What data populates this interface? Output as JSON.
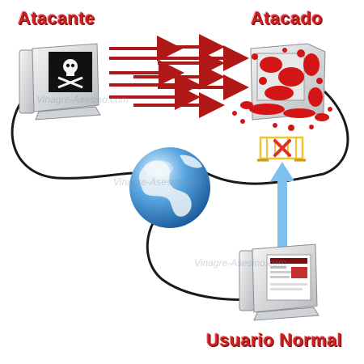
{
  "labels": {
    "attacker": "Atacante",
    "attacked": "Atacado",
    "user": "Usuario Normal"
  },
  "watermark": "Vinagre-Asesino.com",
  "colors": {
    "label_red": "#cc1f1f",
    "arrow_red": "#b01818",
    "cable": "#1a1a1a",
    "blocked_arrow": "#7ec0ee",
    "blood": "#d31515",
    "barrier": "#f2c230",
    "x_mark": "#e03020"
  },
  "icons": {
    "attacker_screen": "skull-crossbones-icon",
    "block": "x-icon",
    "barrier": "barrier-icon",
    "globe": "globe-icon"
  }
}
